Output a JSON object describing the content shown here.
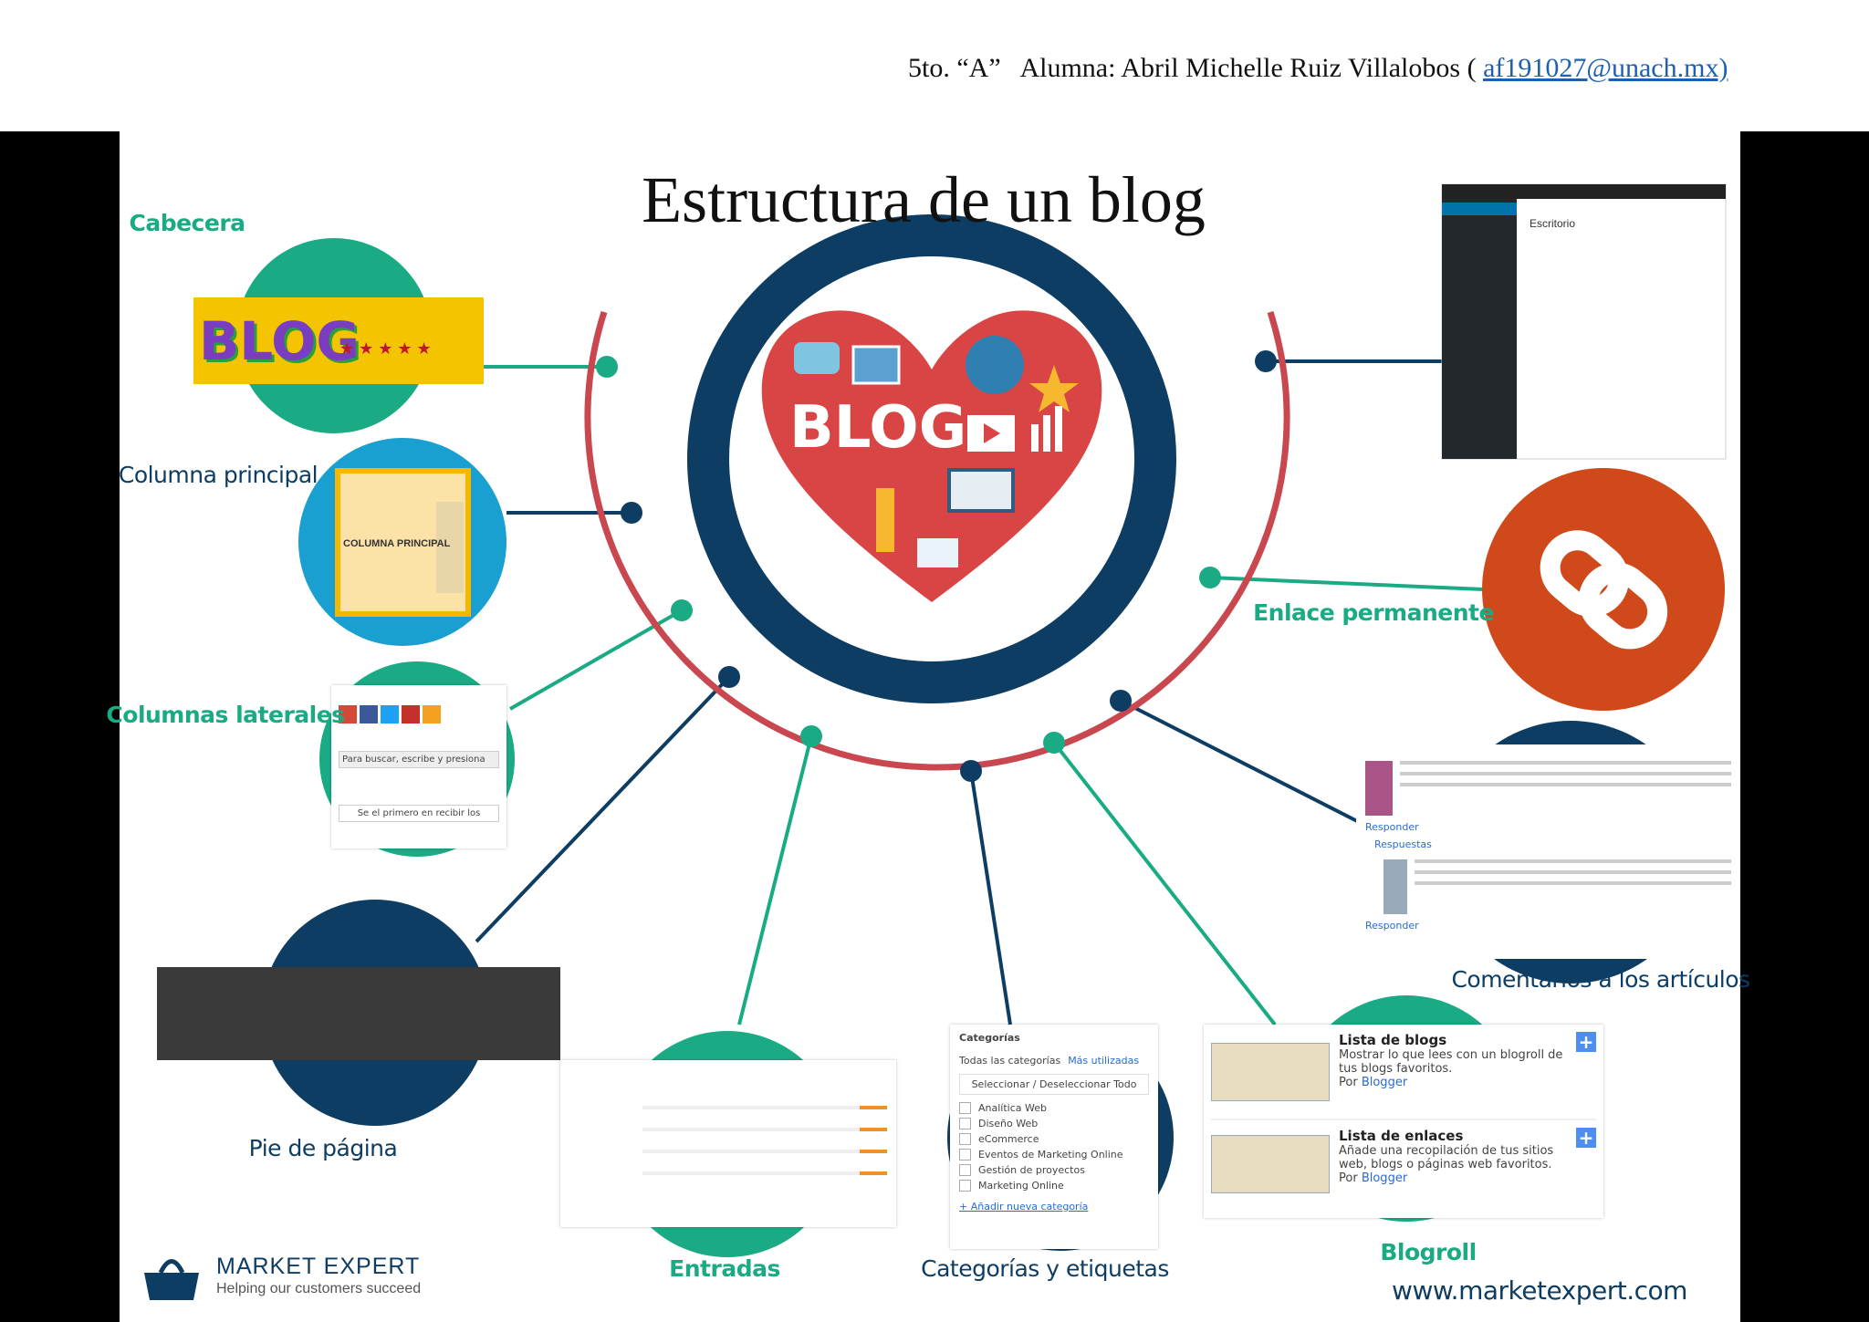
{
  "header": {
    "prefix": "5to. “A”   Alumna: Abril Michelle Ruiz Villalobos ( ",
    "email": "af191027@unach.mx)"
  },
  "title": "Estructura de un blog",
  "colors": {
    "green": "#1aab84",
    "navy": "#0e3d63",
    "red": "#c9474e",
    "orange": "#d0491a",
    "blue": "#1aa0d0"
  },
  "labels": {
    "cabecera": "Cabecera",
    "columna_principal": "Columna principal",
    "columnas_laterales": "Columnas laterales",
    "pie": "Pie de página",
    "entradas": "Entradas",
    "categorias": "Categorías y etiquetas",
    "blogroll": "Blogroll",
    "comentarios": "Comentarios a los artículos",
    "enlace": "Enlace permanente"
  },
  "center": {
    "blog": "BLOG"
  },
  "thumbnails": {
    "banner": "BLOG",
    "columna_doc": "COLUMNA PRINCIPAL",
    "laterales_search": "Para buscar, escribe y presiona",
    "laterales_subscribe": "Se el primero en recibir los",
    "dashboard_title": "Escritorio",
    "categorias": {
      "title": "Categorías",
      "tab_all": "Todas las categorías",
      "tab_used": "Más utilizadas",
      "select_all": "Seleccionar / Deseleccionar Todo",
      "items": [
        "Analítica Web",
        "Diseño Web",
        "eCommerce",
        "Eventos de Marketing Online",
        "Gestión de proyectos",
        "Marketing Online"
      ],
      "add": "+ Añadir nueva categoría"
    },
    "blogroll": [
      {
        "title": "Lista de blogs",
        "desc": "Mostrar lo que lees con un blogroll de tus blogs favoritos.",
        "by": "Por",
        "author": "Blogger"
      },
      {
        "title": "Lista de enlaces",
        "desc": "Añade una recopilación de tus sitios web, blogs o páginas web favoritos.",
        "by": "Por",
        "author": "Blogger"
      }
    ],
    "comentarios": {
      "reply": "Responder",
      "replies": "Respuestas"
    }
  },
  "footer": {
    "brand": "MARKET EXPERT",
    "tagline": "Helping our customers succeed",
    "url": "www.marketexpert.com"
  }
}
